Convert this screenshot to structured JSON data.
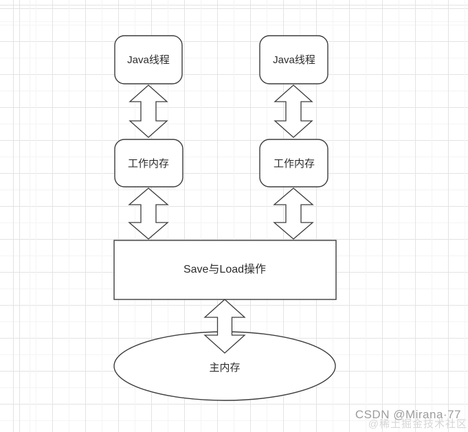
{
  "diagram": {
    "nodes": {
      "java_thread_left": {
        "label": "Java线程",
        "shape": "rounded-rect"
      },
      "java_thread_right": {
        "label": "Java线程",
        "shape": "rounded-rect"
      },
      "working_memory_left": {
        "label": "工作内存",
        "shape": "rounded-rect"
      },
      "working_memory_right": {
        "label": "工作内存",
        "shape": "rounded-rect"
      },
      "save_load": {
        "label": "Save与Load操作",
        "shape": "rect"
      },
      "main_memory": {
        "label": "主内存",
        "shape": "ellipse"
      }
    },
    "edges": [
      {
        "from": "java_thread_left",
        "to": "working_memory_left",
        "type": "double-arrow"
      },
      {
        "from": "java_thread_right",
        "to": "working_memory_right",
        "type": "double-arrow"
      },
      {
        "from": "working_memory_left",
        "to": "save_load",
        "type": "double-arrow"
      },
      {
        "from": "working_memory_right",
        "to": "save_load",
        "type": "double-arrow"
      },
      {
        "from": "save_load",
        "to": "main_memory",
        "type": "double-arrow"
      }
    ],
    "colors": {
      "background": "#ffffff",
      "grid_major": "#e3e3e3",
      "grid_minor": "#f4f4f4",
      "shape_stroke": "#3b3b3b",
      "shape_fill": "#ffffff",
      "text": "#2b2b2b"
    }
  },
  "watermarks": {
    "csdn": {
      "text": "CSDN @Mirana·77",
      "color": "#9c9c9c"
    },
    "juejin": {
      "text": "@稀土掘金技术社区",
      "color": "#d6d6d6"
    }
  }
}
